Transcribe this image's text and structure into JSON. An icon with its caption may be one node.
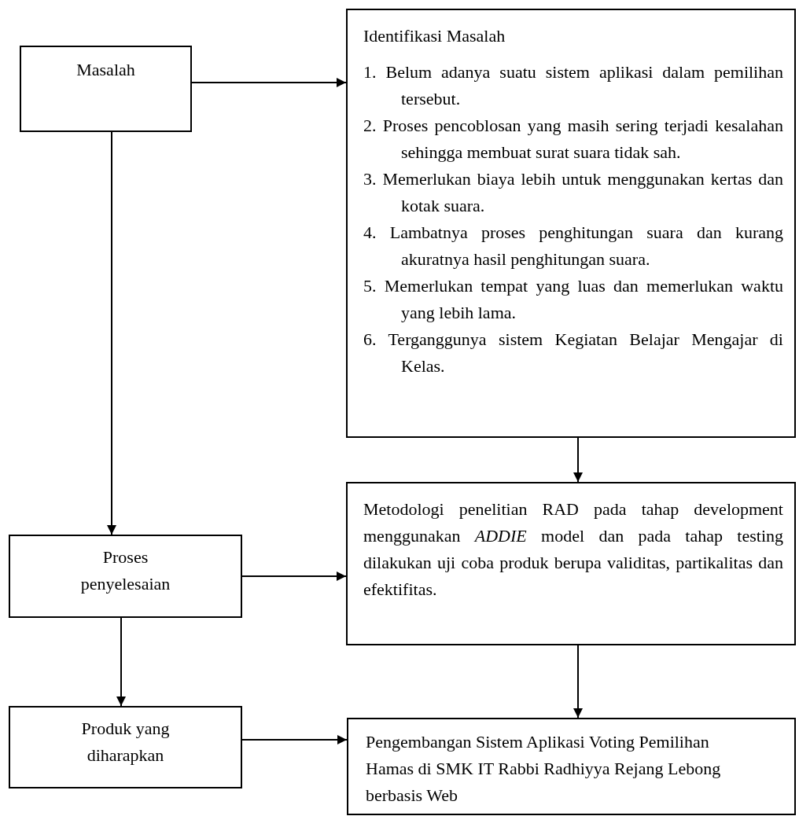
{
  "diagram": {
    "nodes": [
      {
        "text": [
          "Masalah"
        ]
      },
      {
        "text": [
          "Identifikasi Masalah",
          "1. Belum adanya suatu sistem aplikasi dalam pemilihan tersebut.",
          "2. Proses pencoblosan yang masih sering terjadi kesalahan sehingga membuat surat suara tidak sah.",
          "3. Memerlukan biaya lebih untuk menggunakan kertas dan kotak suara.",
          "4. Lambatnya proses penghitungan suara dan kurang akuratnya hasil penghitungan suara.",
          "5. Memerlukan tempat yang luas dan memerlukan waktu yang lebih lama.",
          "6. Terganggunya sistem Kegiatan Belajar Mengajar di Kelas."
        ]
      },
      {
        "text": [
          "Proses penyelesaian"
        ]
      },
      {
        "text": [
          "Metodologi penelitian RAD pada tahap development menggunakan *ADDIE* model dan pada tahap testing dilakukan uji coba produk berupa validitas, partikalitas dan efektifitas."
        ]
      },
      {
        "text": [
          "Produk yang diharapkan"
        ]
      },
      {
        "text": [
          "Pengembangan Sistem Aplikasi Voting Pemilihan Hamas di SMK IT Rabbi Radhiyya Rejang Lebong berbasis Web"
        ]
      }
    ],
    "edges": [
      {
        "from": 0,
        "to": 1,
        "arrow": "to"
      },
      {
        "from": 0,
        "to": 2,
        "arrow": "to"
      },
      {
        "from": 1,
        "to": 3,
        "arrow": "to"
      },
      {
        "from": 2,
        "to": 3,
        "arrow": "to"
      },
      {
        "from": 2,
        "to": 4,
        "arrow": "to"
      },
      {
        "from": 3,
        "to": 5,
        "arrow": "to"
      },
      {
        "from": 4,
        "to": 5,
        "arrow": "to"
      }
    ]
  }
}
